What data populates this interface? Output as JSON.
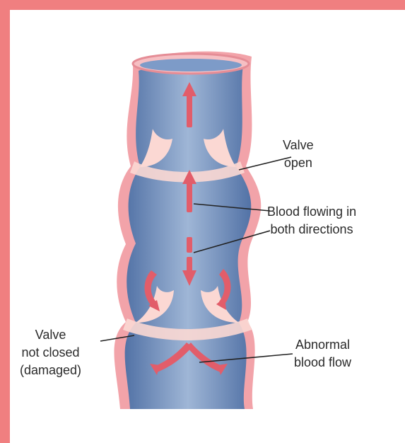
{
  "labels": {
    "valve_open": [
      "Valve",
      "open"
    ],
    "bidirectional": [
      "Blood flowing in",
      "both directions"
    ],
    "abnormal": [
      "Abnormal",
      "blood flow"
    ],
    "damaged": [
      "Valve",
      "not closed",
      "(damaged)"
    ]
  },
  "colors": {
    "frame": "#f07f80",
    "vein_wall": "#f2a3a9",
    "lumen": "#6f8fbf",
    "valve": "#fbd8d3",
    "arrow": "#e25d6a"
  }
}
